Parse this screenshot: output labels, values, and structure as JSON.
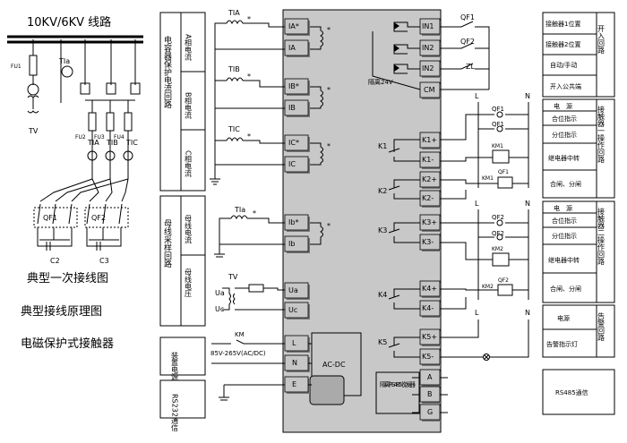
{
  "primary": {
    "bus_label": "10KV/6KV 线路",
    "fu1": "FU1",
    "tia_vt": "TIa",
    "tv": "TV",
    "fu2": "FU2",
    "fu3": "FU3",
    "fu4": "FU4",
    "ct": [
      "TIA",
      "TIB",
      "TIC"
    ],
    "qf1": "QF1",
    "qf2": "QF2",
    "c2": "C2",
    "c3": "C3",
    "caption": "典型一次接线图"
  },
  "titles": {
    "line1": "典型接线原理图",
    "line2": "电磁保护式接触器"
  },
  "left_table": {
    "group1_label": "电容器保护电流回路",
    "group2_label": "母线采样回路",
    "power_label": "装置电源",
    "rs232_label": "RS232通信",
    "rows1": [
      "A相电流",
      "B相电流",
      "C相电流"
    ],
    "rows2": [
      "母线电流",
      "母线电压"
    ]
  },
  "wiring": {
    "tia": "TIA",
    "tib": "TIB",
    "tic": "TIC",
    "tia_small": "TIa",
    "tv": "TV",
    "ua": "Ua",
    "uc": "Uc",
    "km": "KM",
    "supply": "85V-265V(AC/DC)",
    "star": "*"
  },
  "device": {
    "left_terms": [
      "IA*",
      "IA",
      "IB*",
      "IB",
      "IC*",
      "IC",
      "Ib*",
      "Ib",
      "Ua",
      "Uc",
      "L",
      "N",
      "E"
    ],
    "acdc": "AC-DC",
    "iso_24v": "隔离24V",
    "iso_rs485": "隔离RS485收发器",
    "right_terms": [
      "IN1",
      "IN2",
      "IN2",
      "CM",
      "K1+",
      "K1-",
      "K2+",
      "K2-",
      "K3+",
      "K3-",
      "K4+",
      "K4-",
      "K5+",
      "K5-",
      "A",
      "B",
      "G"
    ],
    "k_labels": [
      "K1",
      "K2",
      "K3",
      "K4",
      "K5"
    ]
  },
  "inputs": {
    "qf1": "QF1",
    "qf2": "QF2",
    "zl": "ZL"
  },
  "output": {
    "L": "L",
    "N": "N",
    "qf1": "QF1",
    "qf2": "QF2",
    "km1": "KM1",
    "km2": "KM2",
    "fuse_labels": [
      "QF1",
      "QF1",
      "QF2",
      "QF2"
    ]
  },
  "right_table": {
    "inputs": [
      "接触器1位置",
      "接触器2位置",
      "自动/手动",
      "开入公共端"
    ],
    "inputs_group": "开入回路",
    "c1": [
      "电　源",
      "合位指示",
      "分位指示",
      "继电器中转",
      "合闸、分闸"
    ],
    "c1_group": "接触器一操作回路",
    "c2": [
      "电　源",
      "合位指示",
      "分位指示",
      "继电器中转",
      "合闸、分闸"
    ],
    "c2_group": "接触器二操作回路",
    "alarm": [
      "电源",
      "告警指示灯"
    ],
    "alarm_group": "告警回路",
    "rs485": "RS485通信"
  }
}
